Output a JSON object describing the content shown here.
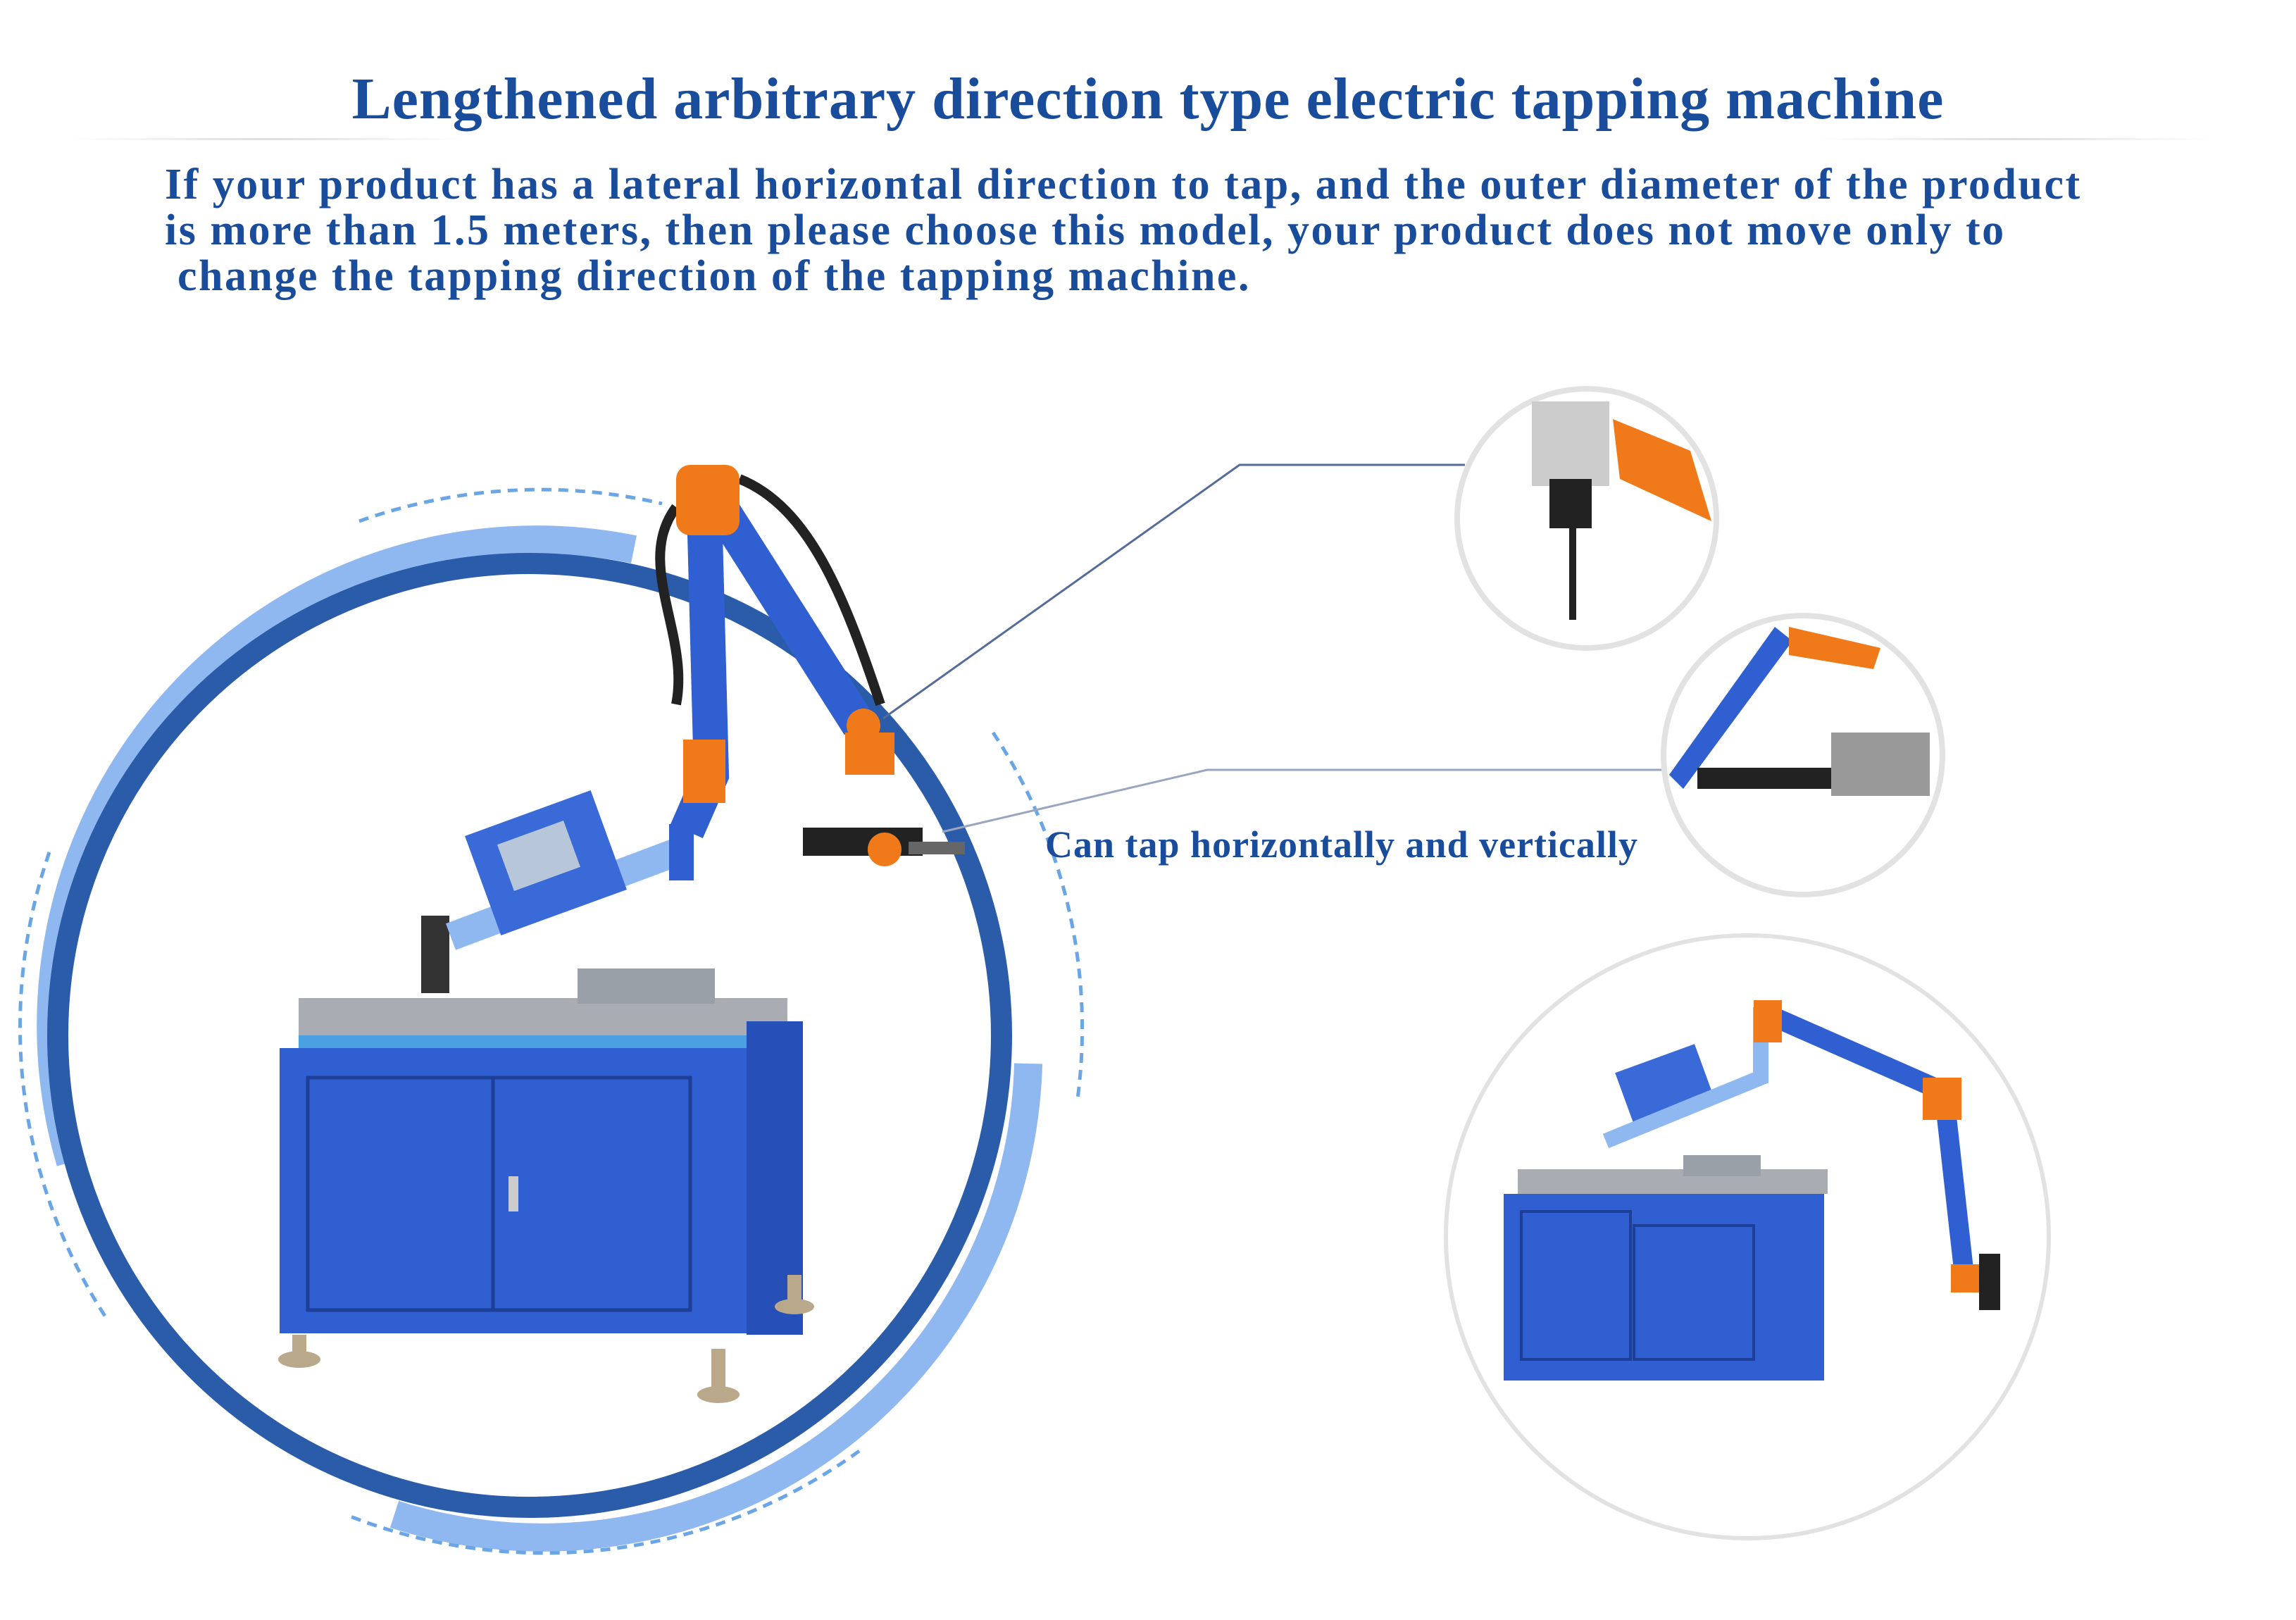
{
  "header": {
    "title": "Lengthened arbitrary direction type electric tapping machine",
    "description_lines": [
      "If your product has a lateral horizontal direction to tap, and the outer diameter of the product",
      "is more than 1.5 meters, then please choose this model, your product does not move only to",
      " change the tapping direction of the tapping machine."
    ]
  },
  "callout": {
    "caption": "Can tap horizontally and vertically"
  },
  "colors": {
    "text_blue": "#1a4c9c",
    "ring_blue": "#2a5caa",
    "light_blue": "#8fb8f0",
    "machine_blue": "#2f5fd0",
    "accent_orange": "#f07a1a",
    "detail_ring_gray": "#e2e2e2"
  }
}
